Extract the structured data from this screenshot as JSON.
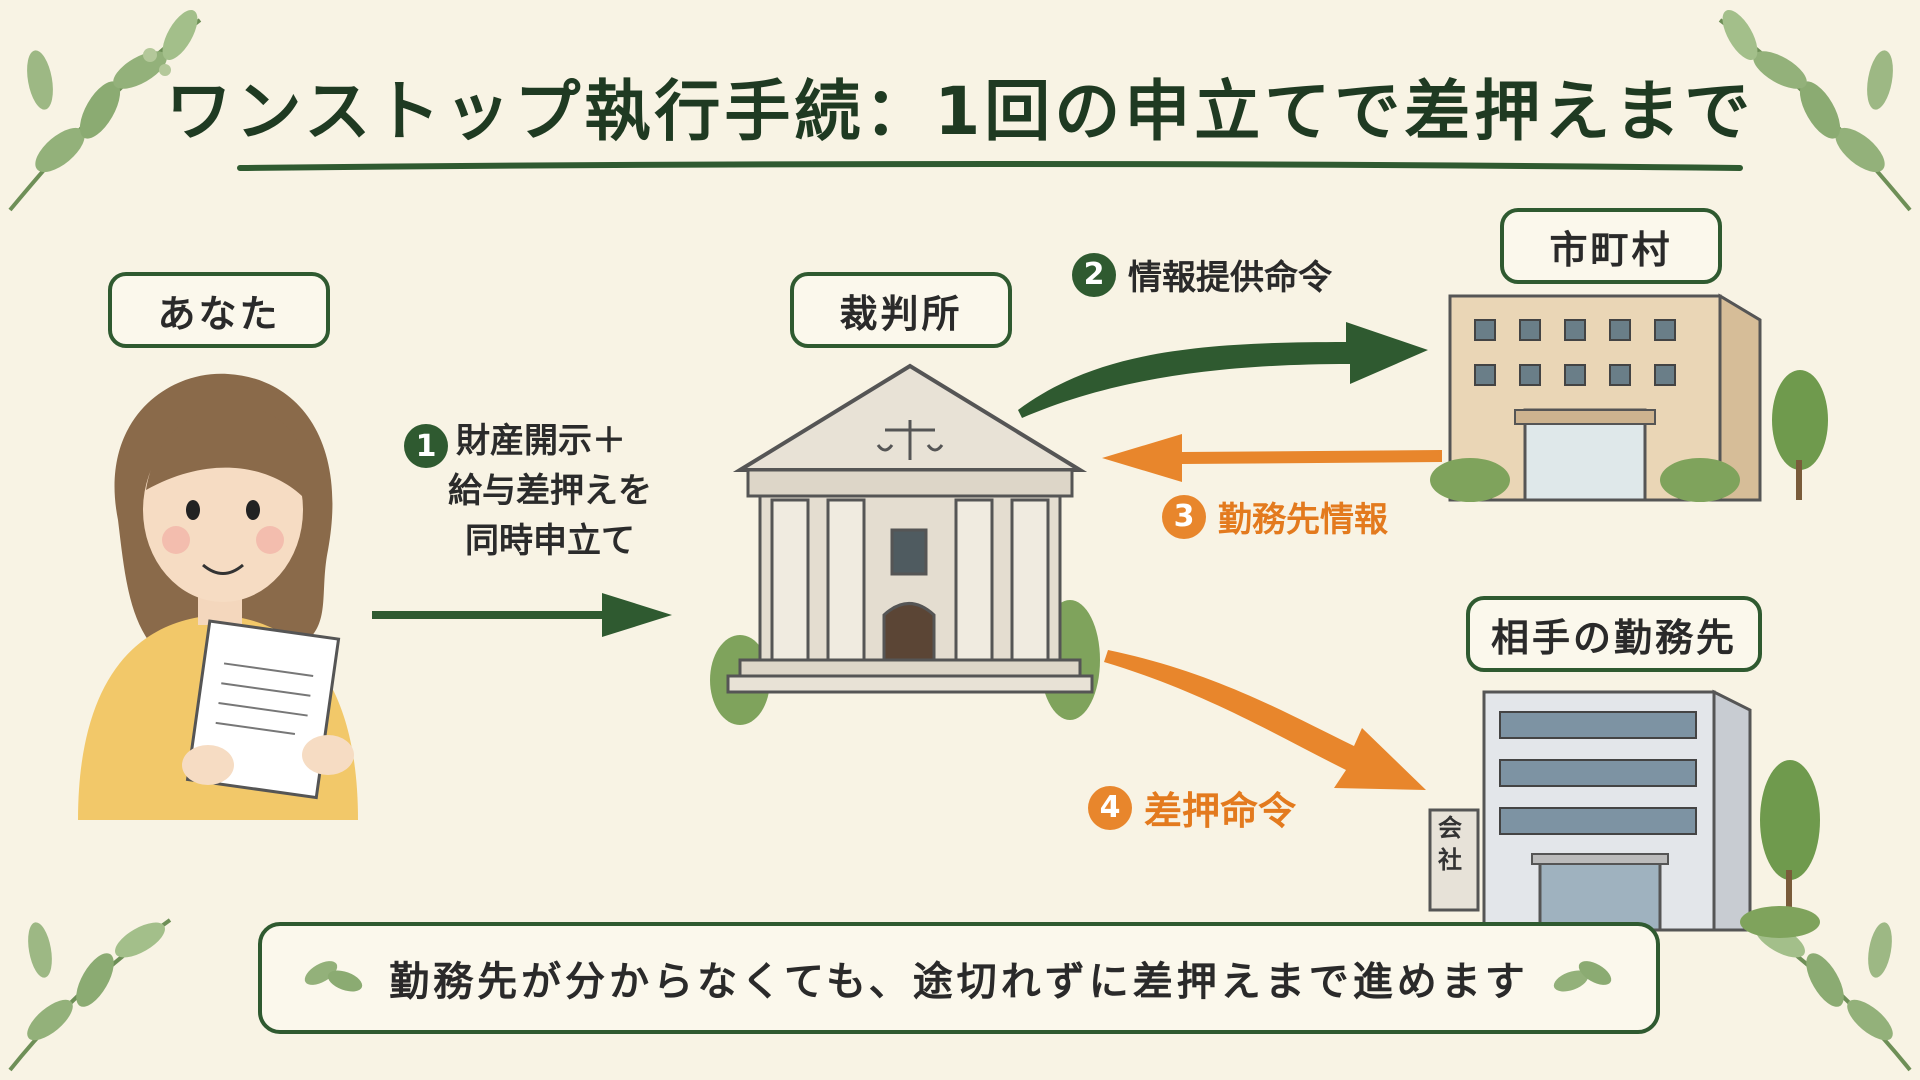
{
  "title": "ワンストップ執行手続：1回の申立てで差押えまで",
  "actors": {
    "you": "あなた",
    "court": "裁判所",
    "municipality": "市町村",
    "employer": "相手の勤務先",
    "company_sign": "会社"
  },
  "steps": [
    {
      "number": "1",
      "lines": [
        "財産開示＋",
        "給与差押えを",
        "同時申立て"
      ]
    },
    {
      "number": "2",
      "label": "情報提供命令"
    },
    {
      "number": "3",
      "label": "勤務先情報"
    },
    {
      "number": "4",
      "label": "差押命令"
    }
  ],
  "footer": "勤務先が分からなくても、途切れずに差押えまで進めます",
  "colors": {
    "green": "#2f5a30",
    "orange": "#e8862c",
    "background": "#f8f3e4"
  }
}
